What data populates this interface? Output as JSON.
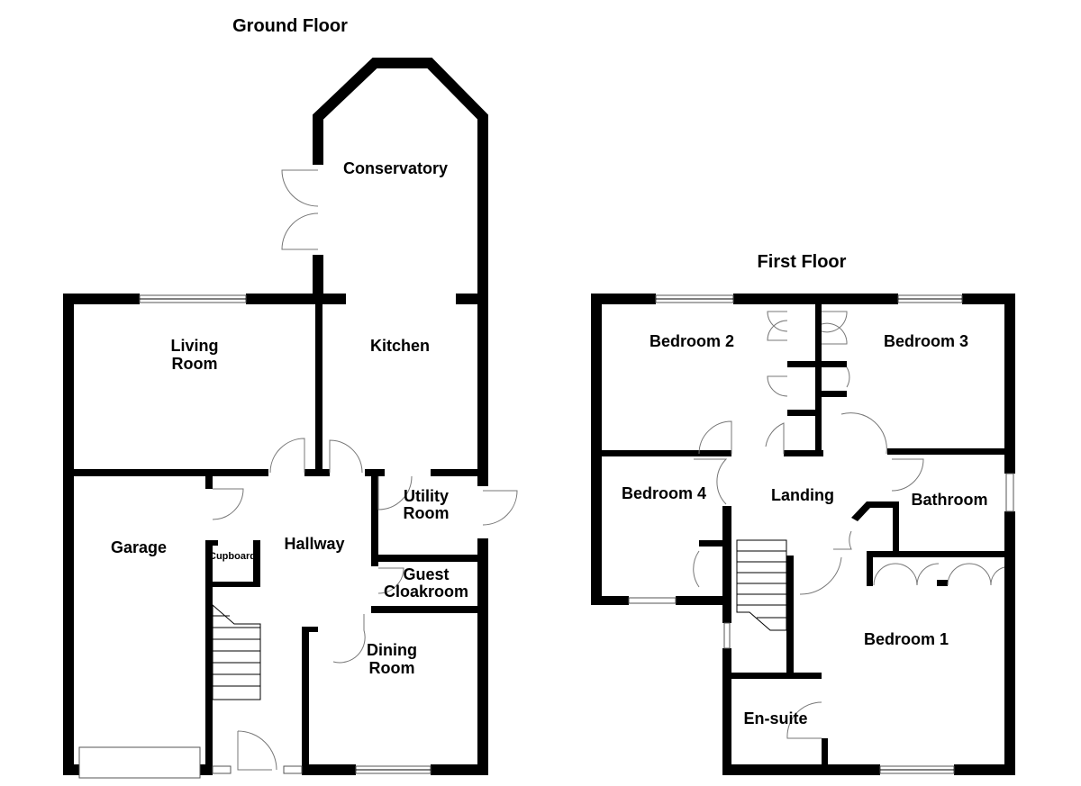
{
  "floors": {
    "ground": {
      "title": "Ground Floor",
      "rooms": {
        "conservatory": "Conservatory",
        "living_room_1": "Living",
        "living_room_2": "Room",
        "kitchen": "Kitchen",
        "utility_1": "Utility",
        "utility_2": "Room",
        "garage": "Garage",
        "cupboard": "Cupboard",
        "hallway": "Hallway",
        "guest_cloakroom_1": "Guest",
        "guest_cloakroom_2": "Cloakroom",
        "dining_room_1": "Dining",
        "dining_room_2": "Room"
      }
    },
    "first": {
      "title": "First Floor",
      "rooms": {
        "bedroom_2": "Bedroom 2",
        "bedroom_3": "Bedroom 3",
        "bedroom_4": "Bedroom 4",
        "landing": "Landing",
        "bathroom": "Bathroom",
        "bedroom_1": "Bedroom 1",
        "en_suite": "En-suite"
      }
    }
  },
  "colors": {
    "wall": "#000000",
    "background": "#ffffff",
    "fixture": "#777777"
  }
}
